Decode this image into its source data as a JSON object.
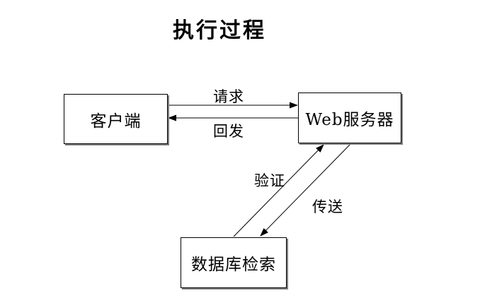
{
  "title": "执行过程",
  "nodes": {
    "client": {
      "label": "客户端"
    },
    "server": {
      "label": "Web服务器"
    },
    "database": {
      "label": "数据库检索"
    }
  },
  "edges": {
    "request": {
      "label": "请求",
      "from": "client",
      "to": "server"
    },
    "postback": {
      "label": "回发",
      "from": "server",
      "to": "client"
    },
    "verify": {
      "label": "验证",
      "from": "database",
      "to": "server"
    },
    "transfer": {
      "label": "传送",
      "from": "server",
      "to": "database"
    }
  },
  "colors": {
    "line": "#000000",
    "text": "#000000",
    "box_fill": "#ffffff",
    "box_border": "#000000",
    "box_shadow": "#808080",
    "background": "#ffffff"
  }
}
